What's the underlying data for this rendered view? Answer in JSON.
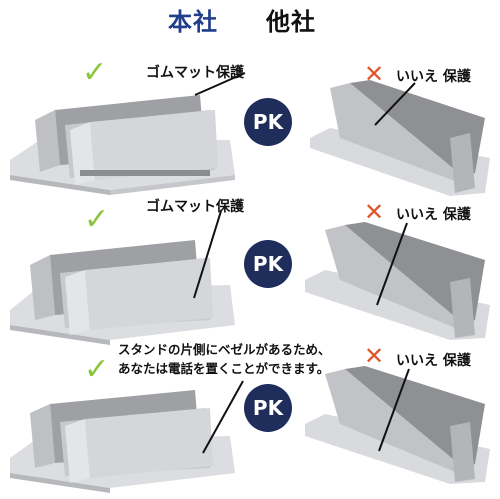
{
  "header": {
    "ours": "本社",
    "other": "他社"
  },
  "rows": [
    {
      "ours_label": "ゴムマット保護",
      "badge": "PK",
      "other_label": "いいえ 保護"
    },
    {
      "ours_label": "ゴムマット保護",
      "badge": "PK",
      "other_label": "いいえ 保護"
    },
    {
      "badge": "PK",
      "other_label": "いいえ 保護"
    }
  ],
  "note": {
    "line1": "スタンドの片側にベゼルがあるため、",
    "line2": "あなたは電話を置くことができます。"
  },
  "icons": {
    "check": "check-icon",
    "cross": "cross-icon"
  },
  "colors": {
    "check": "#8cc43c",
    "cross": "#e0552b",
    "badge": "#1f2d5a",
    "header_ours": "#1f3d8a"
  }
}
